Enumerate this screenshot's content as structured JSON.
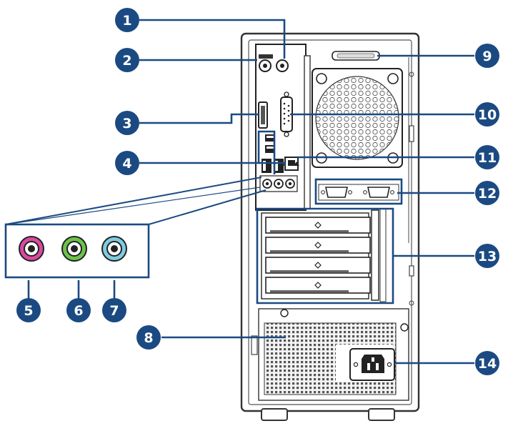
{
  "colors": {
    "callout_fill": "#1b4a82",
    "callout_text": "#ffffff",
    "leader_line": "#1b4a82",
    "case_stroke": "#333333",
    "audio_port_1": "#d94aa0",
    "audio_port_2": "#6cc24a",
    "audio_port_3": "#7fcbe0"
  },
  "callouts": [
    {
      "number": "1"
    },
    {
      "number": "2"
    },
    {
      "number": "3"
    },
    {
      "number": "4"
    },
    {
      "number": "5"
    },
    {
      "number": "6"
    },
    {
      "number": "7"
    },
    {
      "number": "8"
    },
    {
      "number": "9"
    },
    {
      "number": "10"
    },
    {
      "number": "11"
    },
    {
      "number": "12"
    },
    {
      "number": "13"
    },
    {
      "number": "14"
    }
  ],
  "icons": [
    "tower-case-rear-icon",
    "ps2-port-icon",
    "hdmi-port-icon",
    "usb-port-icon",
    "audio-jack-icon",
    "vga-port-icon",
    "lan-port-icon",
    "serial-port-icon",
    "expansion-slot-icon",
    "power-connector-icon",
    "fan-grille-icon"
  ]
}
